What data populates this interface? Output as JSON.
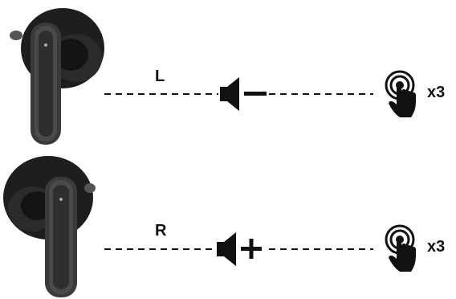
{
  "instructions": [
    {
      "side": "L",
      "action": "volume-down",
      "taps": "x3"
    },
    {
      "side": "R",
      "action": "volume-up",
      "taps": "x3"
    }
  ],
  "colors": {
    "ink": "#111111",
    "earbud_dark": "#1e1e1e",
    "earbud_mid": "#3a3a3a",
    "earbud_light": "#6a6a6a"
  },
  "icons": [
    "earbud-left-icon",
    "earbud-right-icon",
    "speaker-icon",
    "minus-icon",
    "plus-icon",
    "touch-tap-icon"
  ]
}
